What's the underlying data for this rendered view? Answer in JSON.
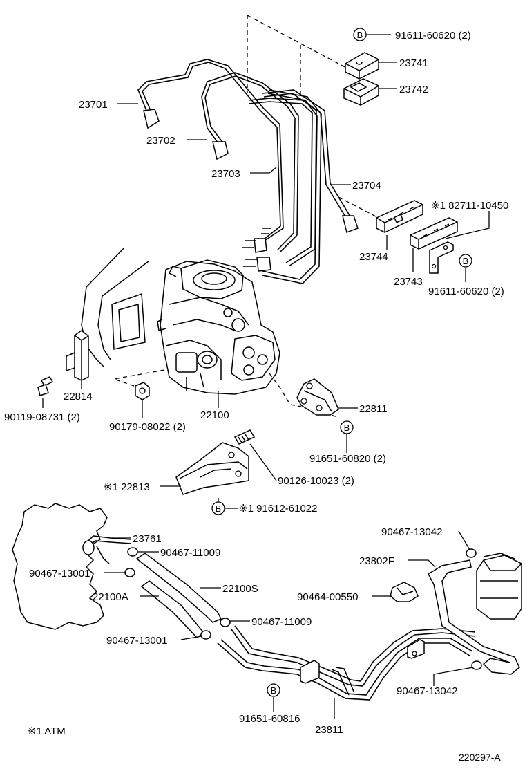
{
  "parts": {
    "p23701": "23701",
    "p23702": "23702",
    "p23703": "23703",
    "p23704": "23704",
    "p23741": "23741",
    "p23742": "23742",
    "p23743": "23743",
    "p23744": "23744",
    "p91611_top": "91611-60620 (2)",
    "p91611_right": "91611-60620 (2)",
    "p82711": "※1 82711-10450",
    "p22814": "22814",
    "p90119": "90119-08731 (2)",
    "p90179": "90179-08022 (2)",
    "p22100": "22100",
    "p22811": "22811",
    "p91651_820": "91651-60820 (2)",
    "p90126": "90126-10023 (2)",
    "p22813": "※1 22813",
    "p91612": "※1 91612-61022",
    "p23761": "23761",
    "p90467_11009_a": "90467-11009",
    "p90467_13001_a": "90467-13001",
    "p22100S": "22100S",
    "p22100A": "22100A",
    "p90467_11009_b": "90467-11009",
    "p90467_13001_b": "90467-13001",
    "p90467_13042_top": "90467-13042",
    "p23802F": "23802F",
    "p90464": "90464-00550",
    "p90467_13042_bot": "90467-13042",
    "p91651_816": "91651-60816",
    "p23811": "23811"
  },
  "markers": {
    "b": "B"
  },
  "footnote": "※1 ATM",
  "figure_id": "220297-A"
}
